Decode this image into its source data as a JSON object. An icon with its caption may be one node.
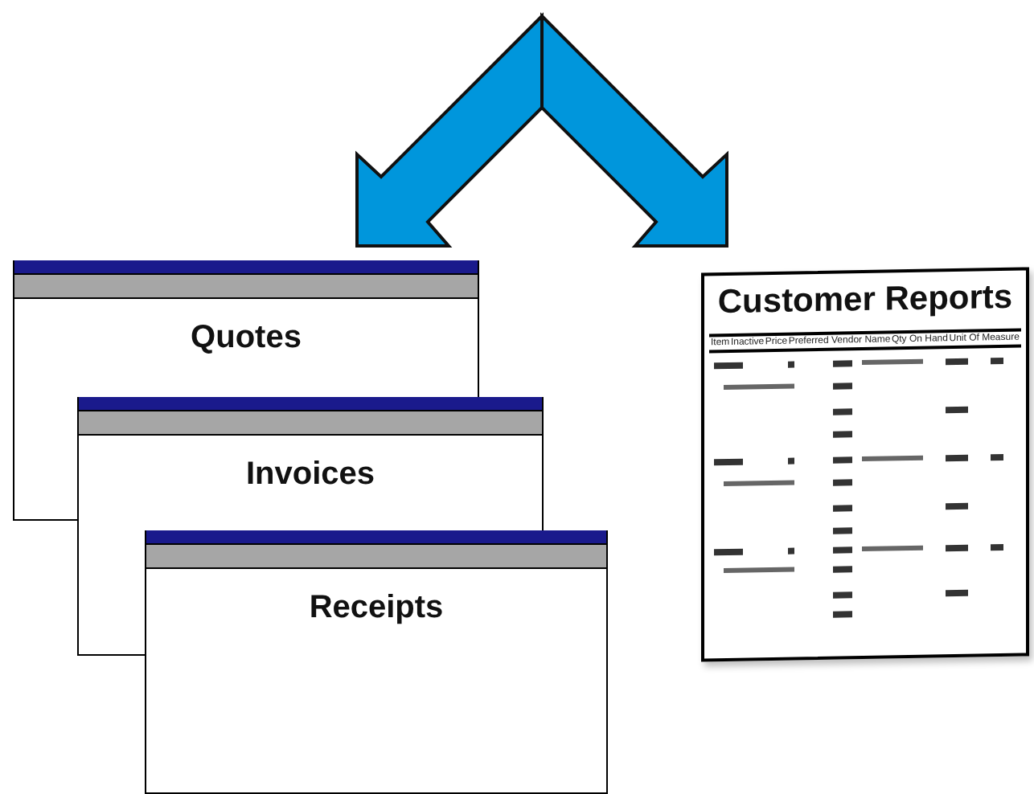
{
  "diagram": {
    "nodes": [
      {
        "text": [
          "Quotes"
        ]
      },
      {
        "text": [
          "Invoices"
        ]
      },
      {
        "text": [
          "Receipts"
        ]
      },
      {
        "text": [
          "Customer Reports"
        ]
      }
    ],
    "edges": [
      {
        "from": null,
        "to": 0,
        "arrow": "to"
      },
      {
        "from": null,
        "to": 3,
        "arrow": "to"
      }
    ],
    "labels": [
      "Item",
      "Inactive",
      "Price",
      "Preferred Vendor Name",
      "Qty On Hand",
      "Unit Of Measure"
    ]
  }
}
